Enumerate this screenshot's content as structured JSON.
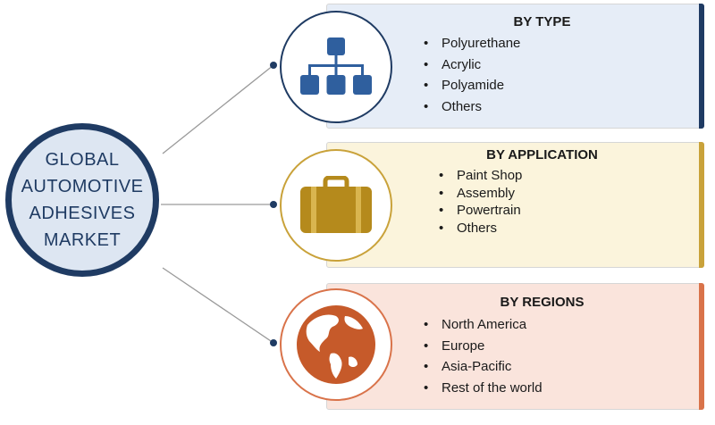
{
  "hub": {
    "title": "GLOBAL\nAUTOMOTIVE\nADHESIVES\nMARKET"
  },
  "colors": {
    "navy": "#1f3b63",
    "gold": "#c9a23a",
    "orange": "#d9734a",
    "hub_fill": "#dde6f2"
  },
  "sections": [
    {
      "title": "BY TYPE",
      "icon": "hierarchy-icon",
      "items": [
        "Polyurethane",
        "Acrylic",
        "Polyamide",
        "Others"
      ]
    },
    {
      "title": "BY APPLICATION",
      "icon": "briefcase-icon",
      "items": [
        "Paint Shop",
        "Assembly",
        "Powertrain",
        "Others"
      ]
    },
    {
      "title": "BY REGIONS",
      "icon": "globe-icon",
      "items": [
        "North America",
        "Europe",
        "Asia-Pacific",
        "Rest of the world"
      ]
    }
  ]
}
